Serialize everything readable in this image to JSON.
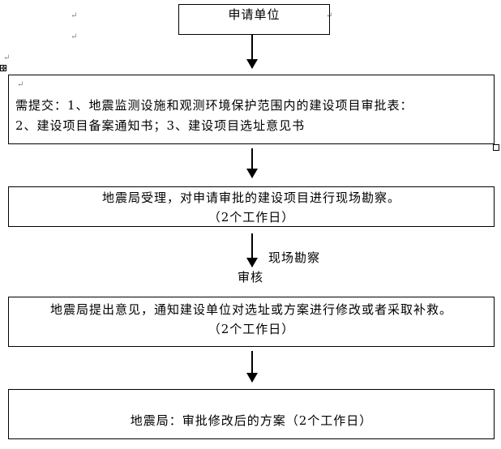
{
  "paragraph_mark": "↵",
  "move_handle": "✥",
  "steps": {
    "applicant": "申请单位",
    "submit_line1": "需提交：1、地震监测设施和观测环境保护范围内的建设项目审批表：",
    "submit_line2": "2、建设项目备案通知书；3、建设项目选址意见书",
    "accept_line1": "地震局受理，对申请审批的建设项目进行现场勘察。",
    "accept_line2": "（2个工作日）",
    "survey_label": "现场勘察",
    "review_label": "审核",
    "opinion_line1": "地震局提出意见，通知建设单位对选址或方案进行修改或者采取补救。",
    "opinion_line2": "（2个工作日）",
    "final": "地震局：审批修改后的方案（2个工作日）"
  }
}
